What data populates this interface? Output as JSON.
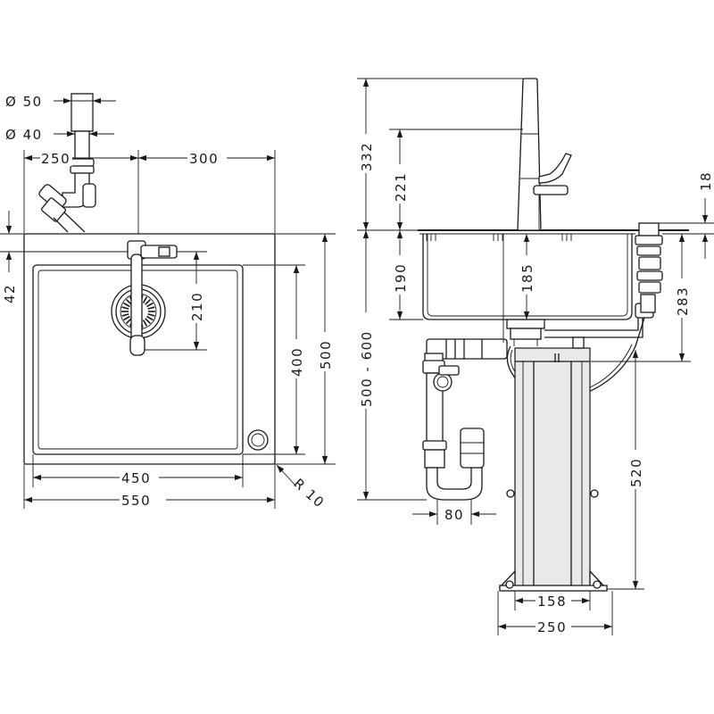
{
  "dimensions": {
    "d50": "Ø 50",
    "d40": "Ø 40",
    "w250_top": "250",
    "w300": "300",
    "h42": "42",
    "h210": "210",
    "h400": "400",
    "h500": "500",
    "w450": "450",
    "w550": "550",
    "r10": "R 10",
    "h332": "332",
    "h221": "221",
    "h18": "18",
    "h190": "190",
    "h185": "185",
    "h283": "283",
    "h500_600": "500 - 600",
    "h520": "520",
    "w80": "80",
    "w158": "158",
    "w250_bottom": "250"
  },
  "colors": {
    "line": "#1a1a1a",
    "background": "#ffffff",
    "panel_fill": "#e9e9e9"
  }
}
